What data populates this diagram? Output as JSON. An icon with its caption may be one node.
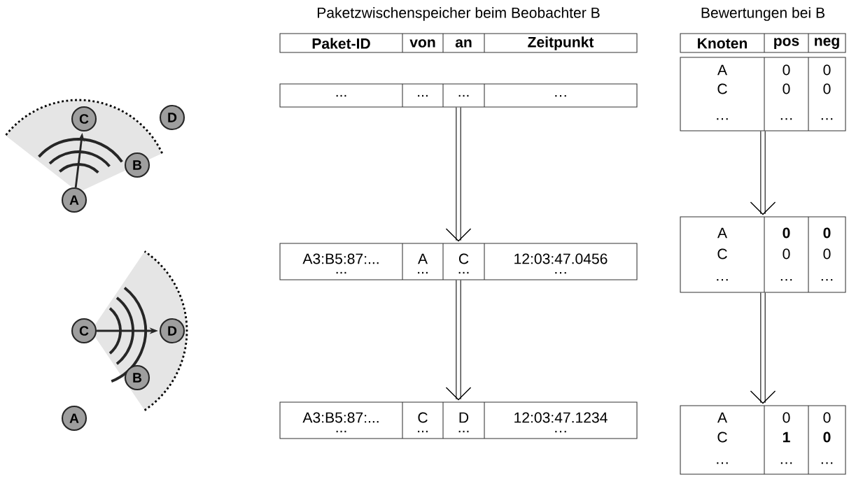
{
  "diagram": {
    "nodes": [
      {
        "text": [
          "C"
        ]
      },
      {
        "text": [
          "D"
        ]
      },
      {
        "text": [
          "B"
        ]
      },
      {
        "text": [
          "A"
        ]
      },
      {
        "text": [
          "Paket-ID",
          "von",
          "an",
          "Zeitpunkt"
        ]
      },
      {
        "text": [
          "Knoten",
          "pos",
          "neg"
        ]
      },
      {
        "text": [
          "...",
          "...",
          "...",
          "…"
        ]
      },
      {
        "text": [
          "A",
          "0",
          "0",
          "C",
          "0",
          "0",
          "…",
          "…",
          "…"
        ]
      },
      {
        "text": [
          "A3:B5:87:...",
          "A",
          "C",
          "12:03:47.0456",
          "...",
          "...",
          "...",
          "…"
        ]
      },
      {
        "text": [
          "A",
          "**0**",
          "**0**",
          "C",
          "0",
          "0",
          "…",
          "…",
          "…"
        ]
      },
      {
        "text": [
          "C"
        ]
      },
      {
        "text": [
          "D"
        ]
      },
      {
        "text": [
          "B"
        ]
      },
      {
        "text": [
          "A"
        ]
      },
      {
        "text": [
          "A3:B5:87:...",
          "C",
          "D",
          "12:03:47.1234",
          "...",
          "...",
          "...",
          "…"
        ]
      },
      {
        "text": [
          "A",
          "0",
          "0",
          "C",
          "**1**",
          "**0**",
          "…",
          "…",
          "…"
        ]
      }
    ],
    "edges": [
      {
        "from": 3,
        "to": 0,
        "arrow": "to"
      },
      {
        "from": 10,
        "to": 11,
        "arrow": "to"
      },
      {
        "from": 6,
        "to": 8,
        "arrow": "to"
      },
      {
        "from": 8,
        "to": 14,
        "arrow": "to"
      },
      {
        "from": 7,
        "to": 9,
        "arrow": "to"
      },
      {
        "from": 9,
        "to": 15,
        "arrow": "to"
      }
    ],
    "labels": [
      "Paketzwischenspeicher beim Beobachter B",
      "Bewertungen bei B"
    ]
  }
}
